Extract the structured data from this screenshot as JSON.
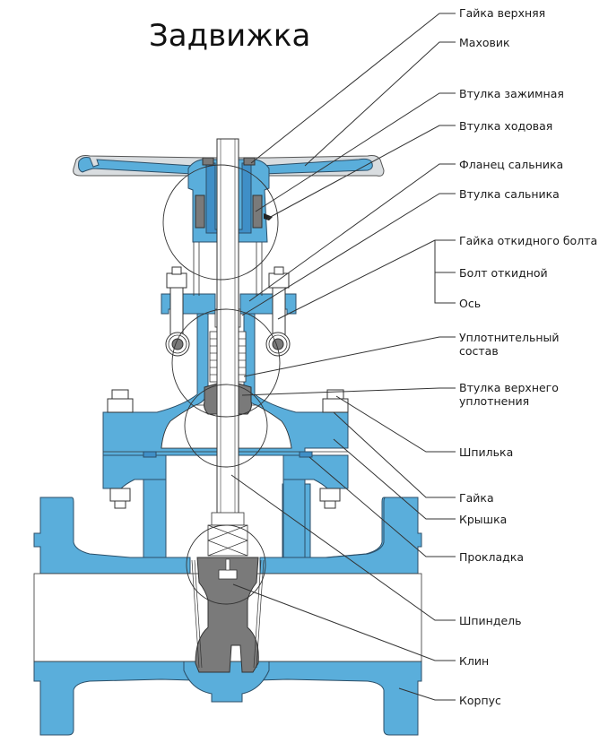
{
  "title": "Задвижка",
  "colors": {
    "body": "#5aaedb",
    "body_dark": "#3f8fc7",
    "wedge": "#7a7a7a",
    "handwheel_rim": "#d9dde0",
    "outline": "#2c4f68"
  },
  "labels": [
    {
      "id": "gaika-verkhnyaya",
      "text": "Гайка верхняя"
    },
    {
      "id": "makhovik",
      "text": "Маховик"
    },
    {
      "id": "vtulka-zazhimnaya",
      "text": "Втулка зажимная"
    },
    {
      "id": "vtulka-khodovaya",
      "text": "Втулка ходовая"
    },
    {
      "id": "flanets-salnika",
      "text": "Фланец сальника"
    },
    {
      "id": "vtulka-salnika",
      "text": "Втулка сальника"
    },
    {
      "id": "gaika-otkidnogo-bolta",
      "text": "Гайка откидного болта"
    },
    {
      "id": "bolt-otkidnoy",
      "text": "Болт откидной"
    },
    {
      "id": "os",
      "text": "Ось"
    },
    {
      "id": "uplotnitelny-sostav",
      "text": "Уплотнительный\nсостав",
      "line1": "Уплотнительный",
      "line2": "состав"
    },
    {
      "id": "vtulka-verkhnego-uplotneniya",
      "text": "Втулка верхнего\nуплотнения",
      "line1": "Втулка верхнего",
      "line2": "уплотнения"
    },
    {
      "id": "shpilka",
      "text": "Шпилька"
    },
    {
      "id": "gaika",
      "text": "Гайка"
    },
    {
      "id": "kryshka",
      "text": "Крышка"
    },
    {
      "id": "prokladka",
      "text": "Прокладка"
    },
    {
      "id": "shpindel",
      "text": "Шпиндель"
    },
    {
      "id": "klin",
      "text": "Клин"
    },
    {
      "id": "korpus",
      "text": "Корпус"
    }
  ]
}
